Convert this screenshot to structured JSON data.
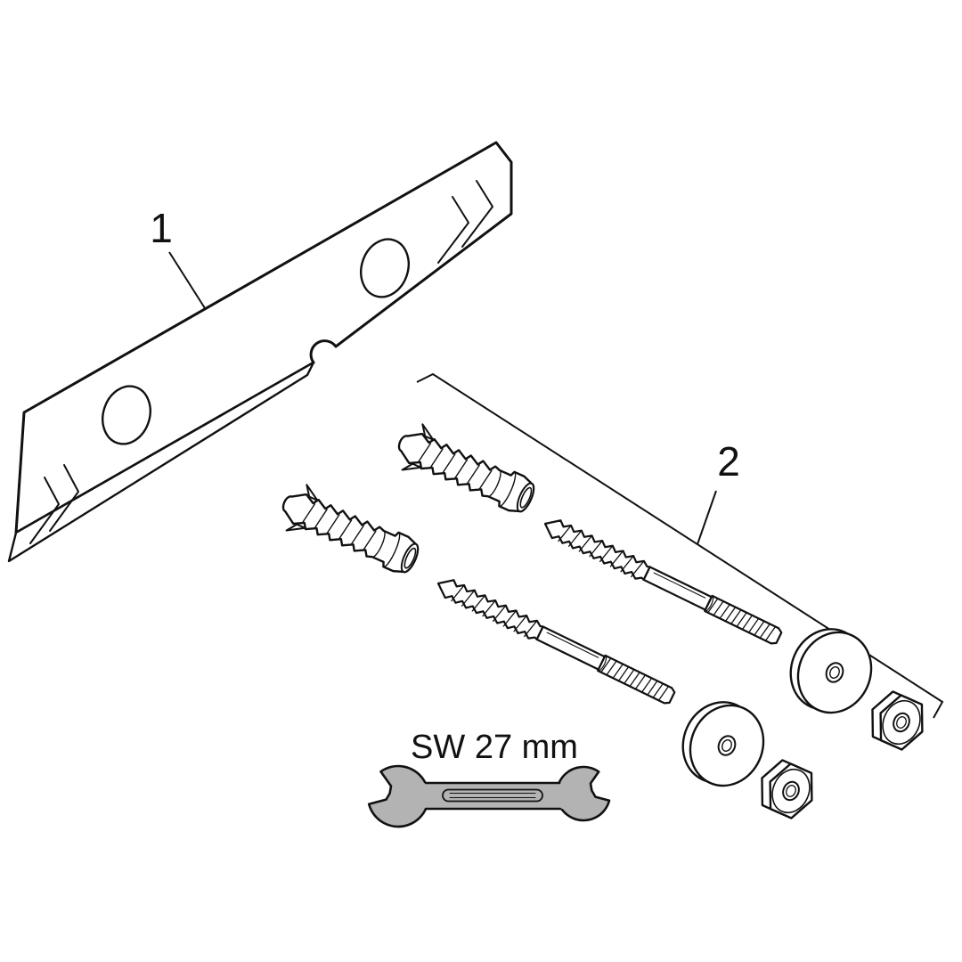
{
  "callouts": {
    "plate": "1",
    "hardware": "2"
  },
  "wrench": {
    "size_label": "SW 27 mm"
  },
  "colors": {
    "line": "#111111",
    "wrench_fill": "#b3b3b3",
    "background": "#ffffff"
  }
}
